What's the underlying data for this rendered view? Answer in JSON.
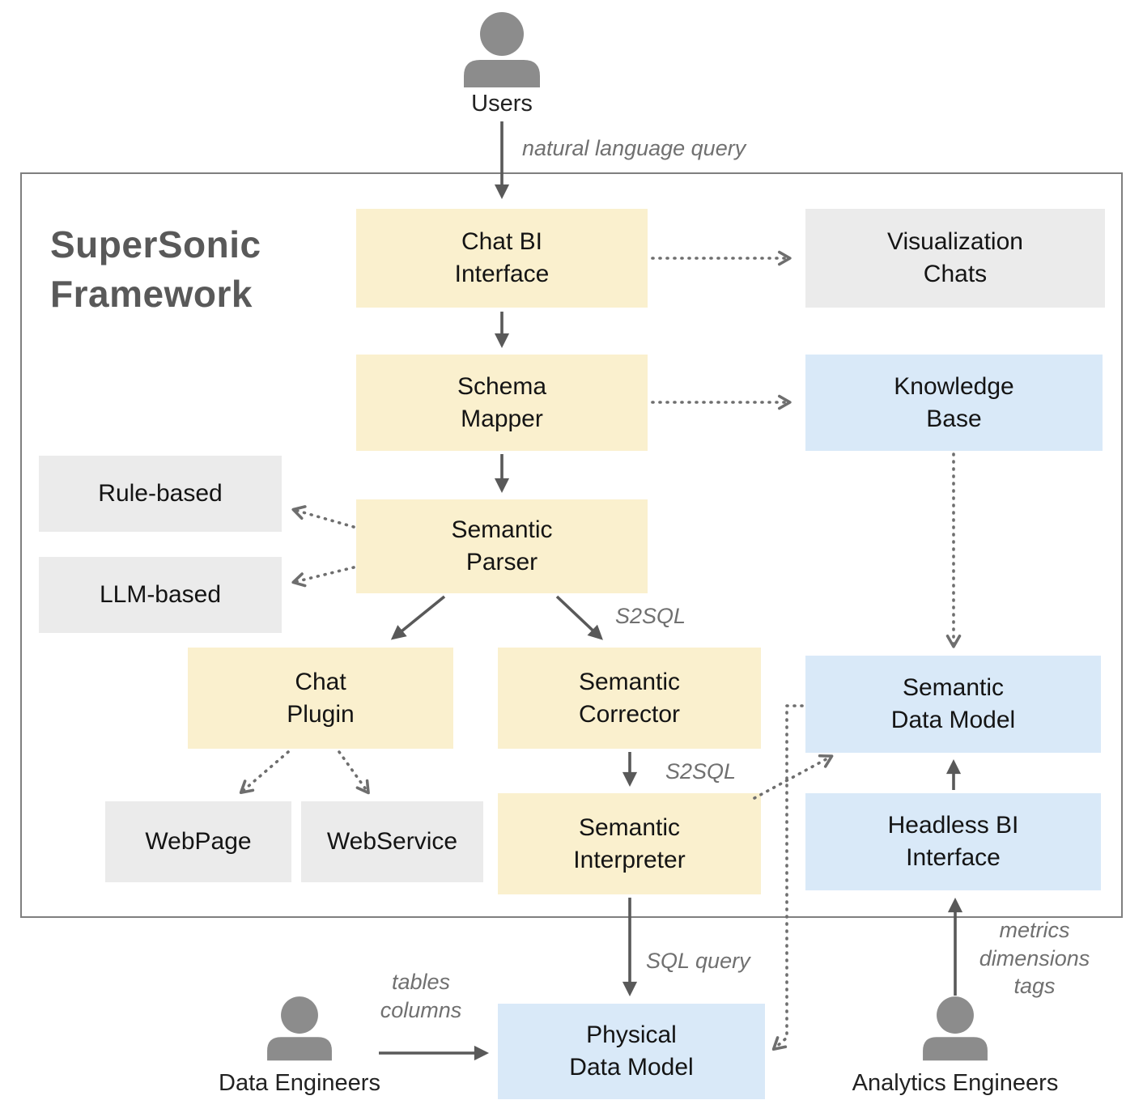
{
  "diagram": {
    "title": "SuperSonic\nFramework"
  },
  "actors": {
    "users": {
      "label": "Users"
    },
    "data_engineers": {
      "label": "Data Engineers"
    },
    "analytics_engineers": {
      "label": "Analytics Engineers"
    }
  },
  "nodes": {
    "chat_bi_interface": {
      "label": "Chat BI\nInterface",
      "type": "process"
    },
    "visualization_chats": {
      "label": "Visualization\nChats",
      "type": "external"
    },
    "schema_mapper": {
      "label": "Schema\nMapper",
      "type": "process"
    },
    "knowledge_base": {
      "label": "Knowledge\nBase",
      "type": "data"
    },
    "rule_based": {
      "label": "Rule-based",
      "type": "external"
    },
    "llm_based": {
      "label": "LLM-based",
      "type": "external"
    },
    "semantic_parser": {
      "label": "Semantic\nParser",
      "type": "process"
    },
    "chat_plugin": {
      "label": "Chat\nPlugin",
      "type": "process"
    },
    "semantic_corrector": {
      "label": "Semantic\nCorrector",
      "type": "process"
    },
    "webpage": {
      "label": "WebPage",
      "type": "external"
    },
    "webservice": {
      "label": "WebService",
      "type": "external"
    },
    "semantic_interpreter": {
      "label": "Semantic\nInterpreter",
      "type": "process"
    },
    "semantic_data_model": {
      "label": "Semantic\nData Model",
      "type": "data"
    },
    "headless_bi_interface": {
      "label": "Headless BI\nInterface",
      "type": "data"
    },
    "physical_data_model": {
      "label": "Physical\nData Model",
      "type": "data"
    }
  },
  "edge_labels": {
    "natural_language_query": "natural language query",
    "s2sql_upper": "S2SQL",
    "s2sql_lower": "S2SQL",
    "sql_query": "SQL query",
    "tables_columns": "tables\ncolumns",
    "metrics_dimensions_tags": "metrics\ndimensions\ntags"
  },
  "edges": [
    {
      "from": "users",
      "to": "chat_bi_interface",
      "style": "solid",
      "label": "natural language query"
    },
    {
      "from": "chat_bi_interface",
      "to": "visualization_chats",
      "style": "dotted",
      "label": ""
    },
    {
      "from": "chat_bi_interface",
      "to": "schema_mapper",
      "style": "solid",
      "label": ""
    },
    {
      "from": "schema_mapper",
      "to": "knowledge_base",
      "style": "dotted",
      "label": ""
    },
    {
      "from": "schema_mapper",
      "to": "semantic_parser",
      "style": "solid",
      "label": ""
    },
    {
      "from": "semantic_parser",
      "to": "rule_based",
      "style": "dotted",
      "label": ""
    },
    {
      "from": "semantic_parser",
      "to": "llm_based",
      "style": "dotted",
      "label": ""
    },
    {
      "from": "semantic_parser",
      "to": "chat_plugin",
      "style": "solid",
      "label": ""
    },
    {
      "from": "semantic_parser",
      "to": "semantic_corrector",
      "style": "solid",
      "label": "S2SQL"
    },
    {
      "from": "chat_plugin",
      "to": "webpage",
      "style": "dotted",
      "label": ""
    },
    {
      "from": "chat_plugin",
      "to": "webservice",
      "style": "dotted",
      "label": ""
    },
    {
      "from": "semantic_corrector",
      "to": "semantic_interpreter",
      "style": "solid",
      "label": "S2SQL"
    },
    {
      "from": "semantic_interpreter",
      "to": "semantic_data_model",
      "style": "dotted",
      "label": ""
    },
    {
      "from": "semantic_interpreter",
      "to": "physical_data_model",
      "style": "solid",
      "label": "SQL query"
    },
    {
      "from": "knowledge_base",
      "to": "semantic_data_model",
      "style": "dotted",
      "label": ""
    },
    {
      "from": "headless_bi_interface",
      "to": "semantic_data_model",
      "style": "solid",
      "label": ""
    },
    {
      "from": "semantic_data_model",
      "to": "physical_data_model",
      "style": "dotted",
      "label": ""
    },
    {
      "from": "data_engineers",
      "to": "physical_data_model",
      "style": "solid",
      "label": "tables columns"
    },
    {
      "from": "analytics_engineers",
      "to": "headless_bi_interface",
      "style": "solid",
      "label": "metrics dimensions tags"
    }
  ],
  "colors": {
    "process_fill": "#FAF0CE",
    "external_fill": "#EBEBEB",
    "data_fill": "#D9E9F8",
    "solid_arrow": "#595959",
    "dotted_arrow": "#6E6E6E",
    "title_text": "#595959",
    "edge_label_text": "#707070",
    "person_icon": "#8C8C8C",
    "frame_border": "#7F7F7F"
  }
}
